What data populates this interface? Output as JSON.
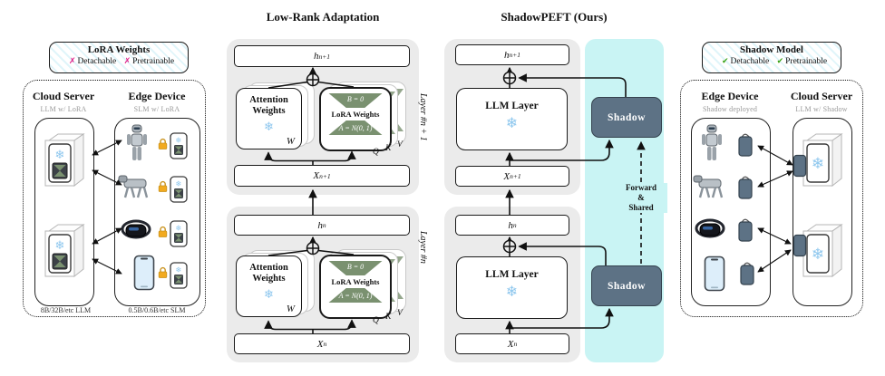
{
  "colors": {
    "panel_gray": "#ebebeb",
    "accent_cyan": "#c9f4f4",
    "slate": "#5d7285",
    "sage_green": "#7a9170",
    "snowflake_blue": "#8ec7ee",
    "magenta": "#e0218a",
    "check_green": "#3aa315"
  },
  "glyphs": {
    "snowflake": "❄",
    "cross": "✗",
    "check": "✔"
  },
  "left_legend": {
    "title": "LoRA Weights",
    "item1": "Detachable",
    "item2": "Pretrainable"
  },
  "right_legend": {
    "title": "Shadow Model",
    "item1": "Detachable",
    "item2": "Pretrainable"
  },
  "left_panel": {
    "cloud_title": "Cloud Server",
    "cloud_subtitle": "LLM w/ LoRA",
    "cloud_caption": "8B/32B/etc LLM",
    "edge_title": "Edge Device",
    "edge_subtitle": "SLM w/ LoRA",
    "edge_caption": "0.5B/0.6B/etc SLM"
  },
  "right_panel": {
    "edge_title": "Edge Device",
    "edge_subtitle": "Shadow deployed",
    "cloud_title": "Cloud Server",
    "cloud_subtitle": "LLM w/ Shadow"
  },
  "lora": {
    "title": "Low-Rank Adaptation",
    "attention_line1": "Attention",
    "attention_line2": "Weights",
    "w_label": "W",
    "b_label": "B = 0",
    "lora_weights_label": "LoRA Weights",
    "a_label": "A = N(0, 1)",
    "q": "Q",
    "k": "K",
    "v": "V",
    "layer_top": "Layer #n + 1",
    "layer_bottom": "Layer #n",
    "h_base": "h",
    "x_base": "X",
    "sub_top": "n+1",
    "sub_bottom": "n"
  },
  "shadowpeft": {
    "title": "ShadowPEFT (Ours)",
    "llm_layer": "LLM Layer",
    "shadow": "Shadow",
    "forward": "Forward",
    "amp": "&",
    "shared": "Shared"
  }
}
